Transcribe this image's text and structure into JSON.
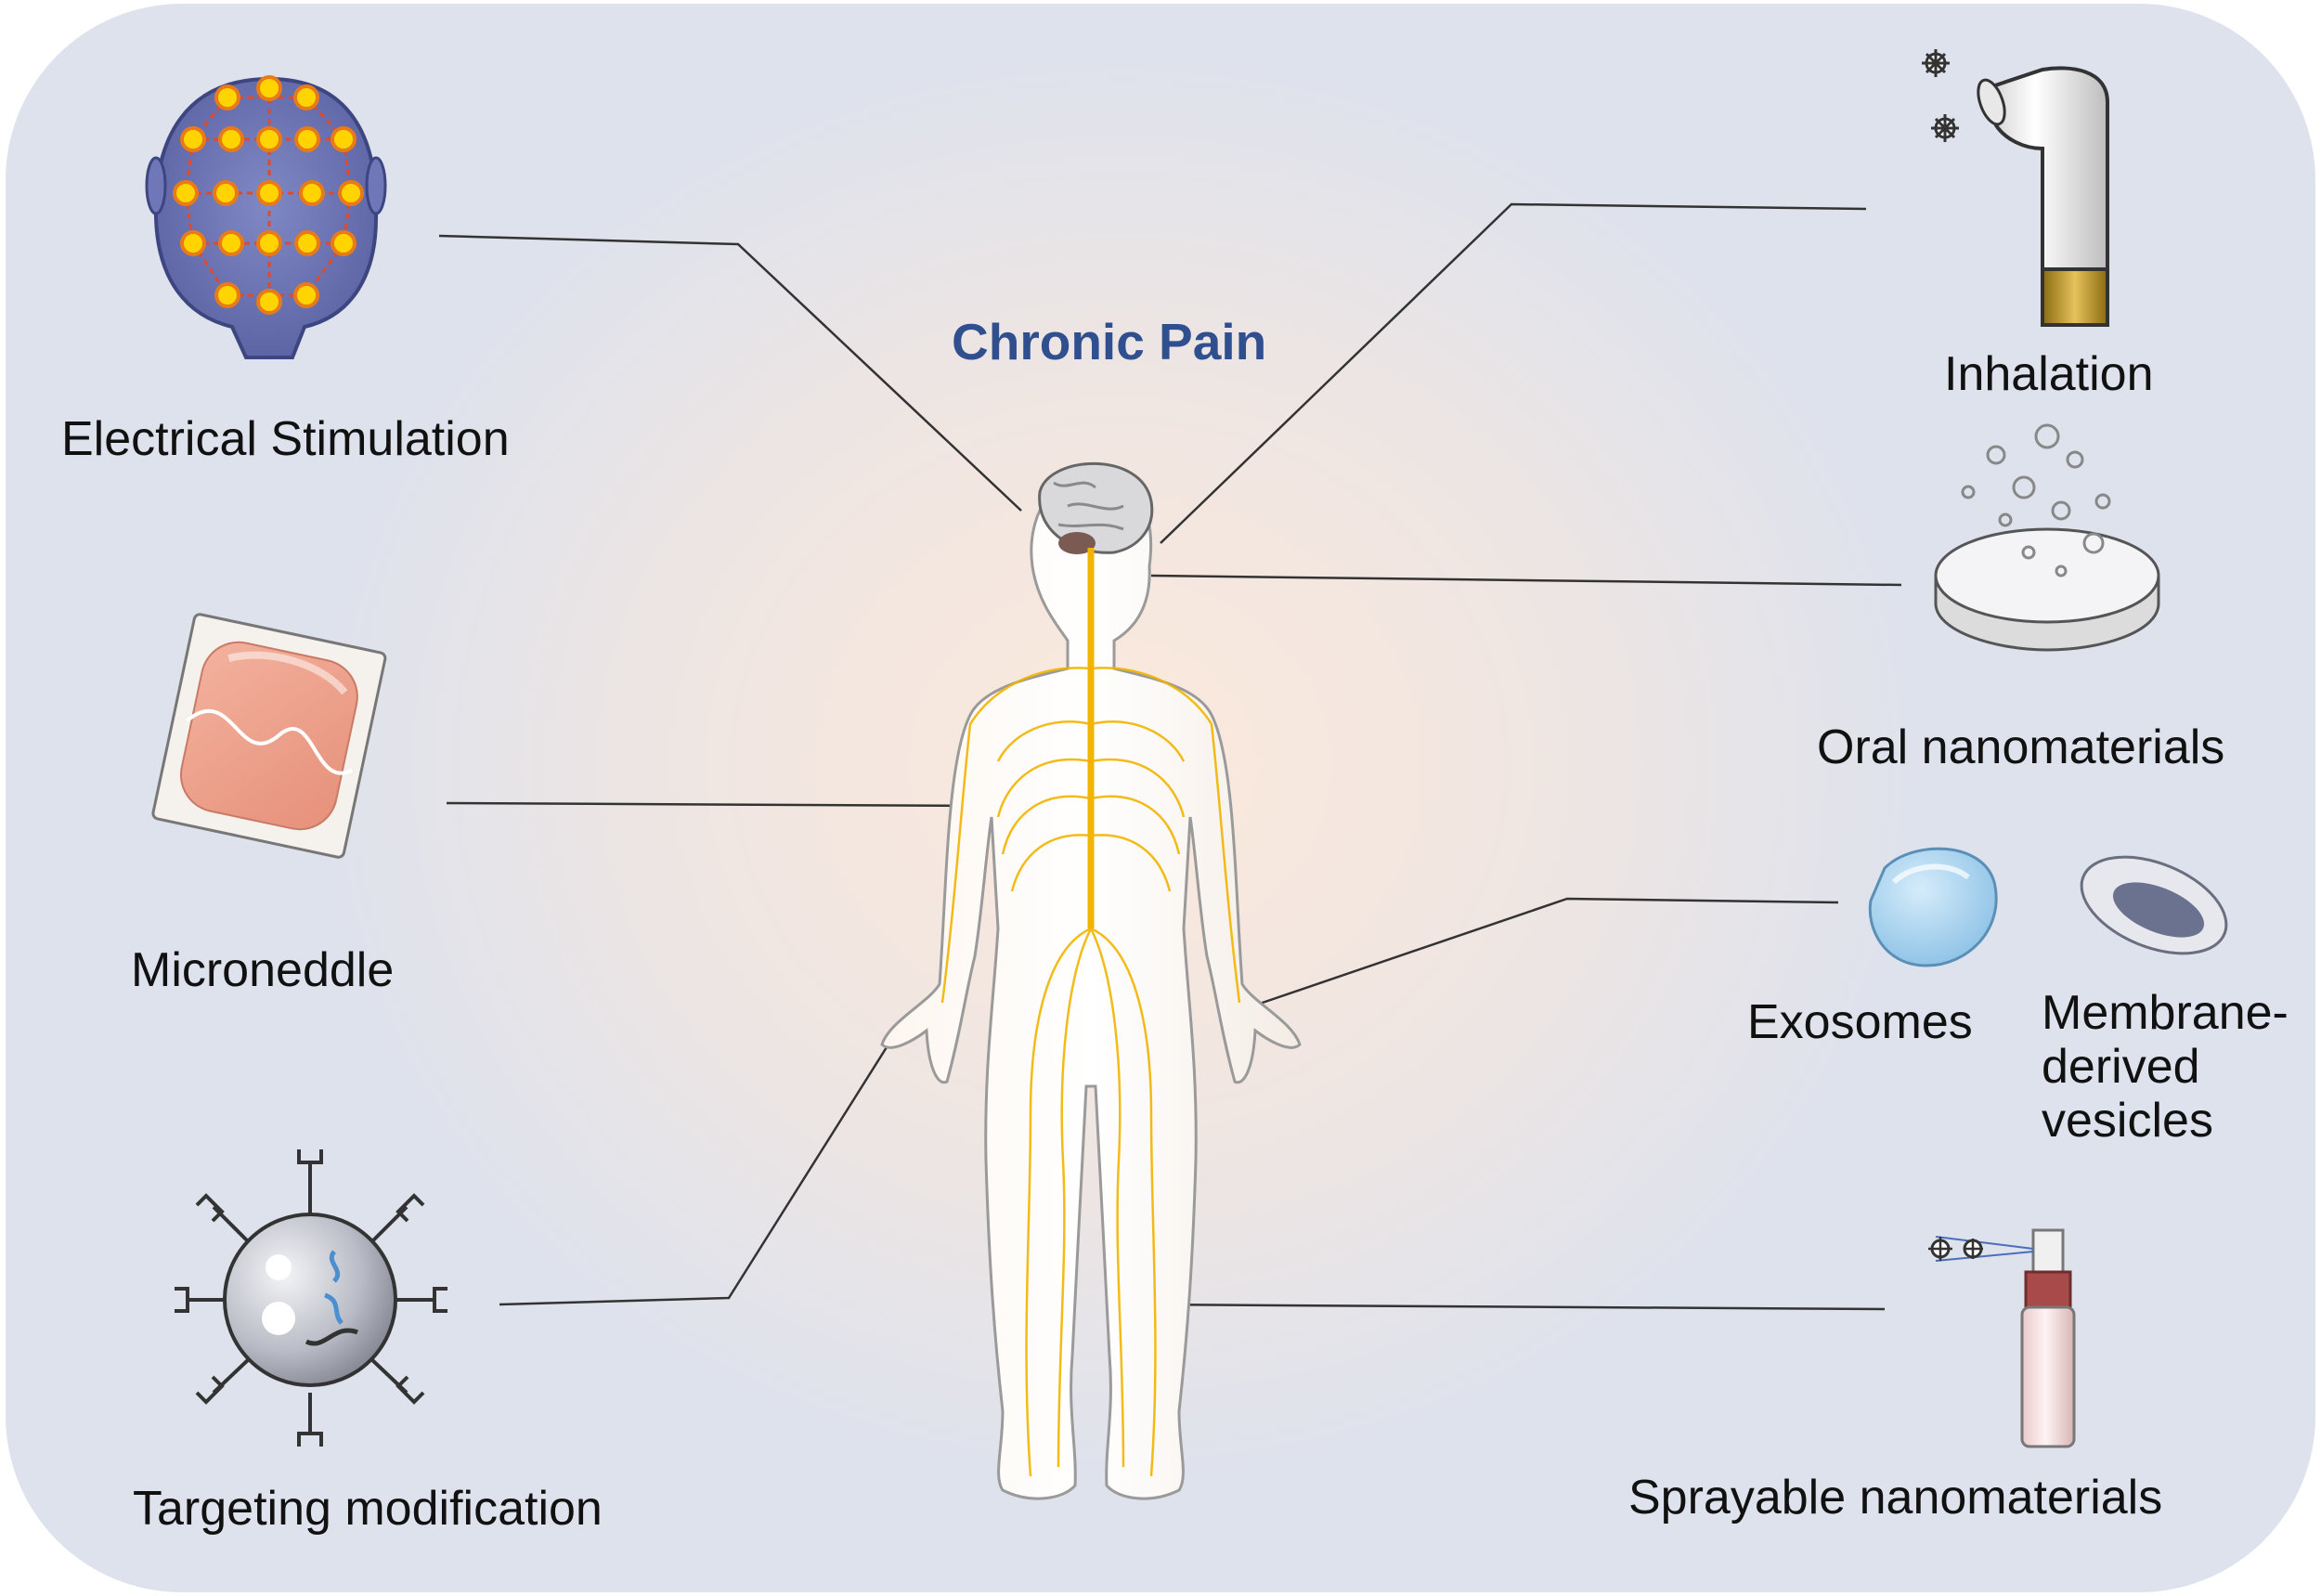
{
  "title": "Chronic Pain",
  "labels": {
    "electrical_stimulation": "Electrical Stimulation",
    "microneedle": "Microneddle",
    "targeting_modification": "Targeting modification",
    "inhalation": "Inhalation",
    "oral_nanomaterials": "Oral nanomaterials",
    "exosomes": "Exosomes",
    "membrane_derived_vesicles": "Membrane-\nderived\nvesicles",
    "sprayable_nanomaterials": "Sprayable nanomaterials"
  },
  "colors": {
    "title": "#2f4f8f",
    "nerve": "#f2b400",
    "electrode": "#ffd400",
    "head": "#6f77b8"
  },
  "icons": [
    "eeg-head-icon",
    "microneedle-patch-icon",
    "targeted-nanoparticle-icon",
    "inhaler-icon",
    "oral-tablet-icon",
    "exosome-icon",
    "membrane-vesicle-icon",
    "spray-bottle-icon",
    "human-body-nervous-system-icon"
  ]
}
